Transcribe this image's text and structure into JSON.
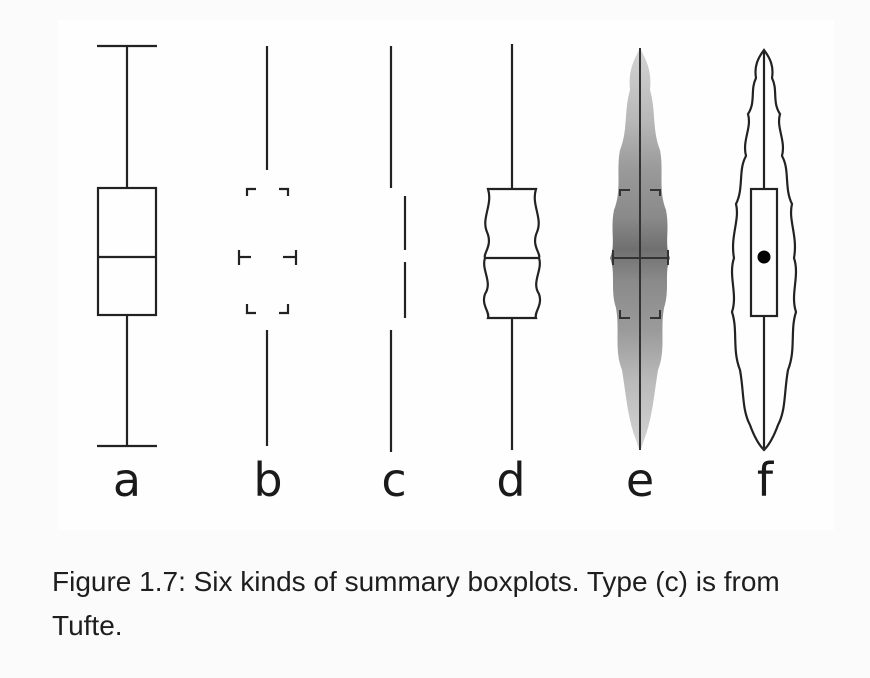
{
  "figure": {
    "labels": [
      "a",
      "b",
      "c",
      "d",
      "e",
      "f"
    ],
    "caption": "Figure 1.7: Six kinds of summary boxplots. Type (c) is from Tufte."
  }
}
